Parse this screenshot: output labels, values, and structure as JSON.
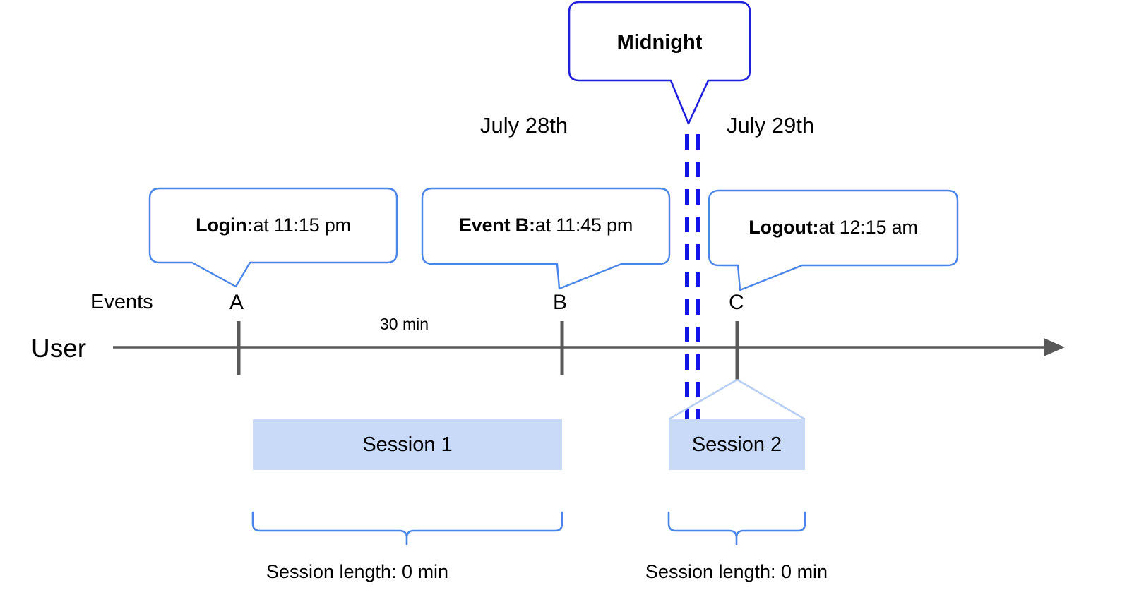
{
  "diagram": {
    "title_callout": {
      "label": "Midnight"
    },
    "day_labels": [
      {
        "name": "day-left",
        "text": "July 28th"
      },
      {
        "name": "day-right",
        "text": "July 29th"
      }
    ],
    "row_labels": {
      "events": "Events",
      "user": "User"
    },
    "event_callouts": [
      {
        "id": "A",
        "bold": "Login:",
        "rest": " at 11:15 pm"
      },
      {
        "id": "B",
        "bold": "Event B:",
        "rest": " at 11:45 pm"
      },
      {
        "id": "C",
        "bold": "Logout:",
        "rest": " at 12:15 am"
      }
    ],
    "event_markers": [
      {
        "letter": "A"
      },
      {
        "letter": "B"
      },
      {
        "letter": "C"
      }
    ],
    "interval_label": "30 min",
    "sessions": [
      {
        "label": "Session 1",
        "length_label": "Session length: 0 min"
      },
      {
        "label": "Session 2",
        "length_label": "Session length: 0 min"
      }
    ],
    "colors": {
      "callout_border": "#4a86e8",
      "midnight_border": "#2020dd",
      "midnight_dash": "#1414e6",
      "axis": "#595959",
      "tick": "#595959",
      "session_fill": "#c9daf8",
      "brace": "#4a86e8",
      "funnel": "#b6cef4"
    }
  }
}
